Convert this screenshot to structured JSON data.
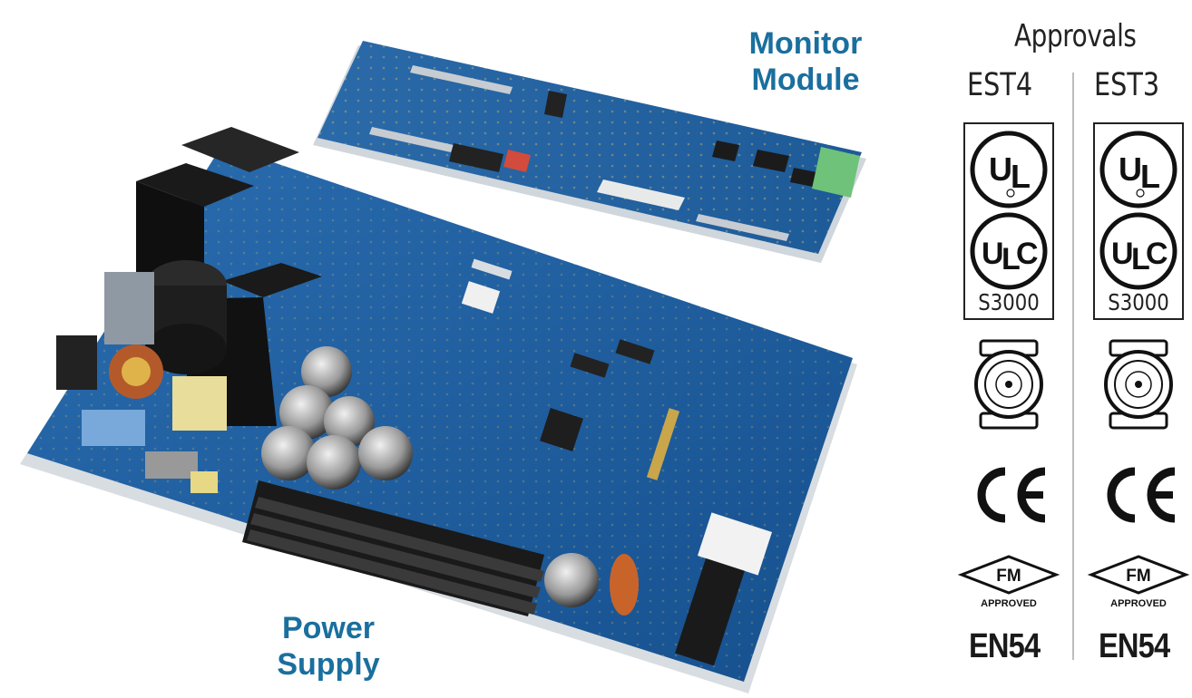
{
  "labels": {
    "monitor_line1": "Monitor",
    "monitor_line2": "Module",
    "power_line1": "Power",
    "power_line2": "Supply"
  },
  "approvals": {
    "title": "Approvals",
    "columns": [
      {
        "name": "EST4",
        "ul_listing_code": "S3000",
        "fm_text": "FM",
        "fm_sub": "APPROVED",
        "standard": "EN54"
      },
      {
        "name": "EST3",
        "ul_listing_code": "S3000",
        "fm_text": "FM",
        "fm_sub": "APPROVED",
        "standard": "EN54"
      }
    ],
    "icons": [
      "ul-logo-icon",
      "ulc-logo-icon",
      "california-state-fire-marshal-seal-icon",
      "ce-mark-icon",
      "fm-approved-icon"
    ]
  },
  "colors": {
    "label_blue": "#1a6f9e",
    "pcb_blue": "#1f5d9c",
    "text_dark": "#222222"
  }
}
